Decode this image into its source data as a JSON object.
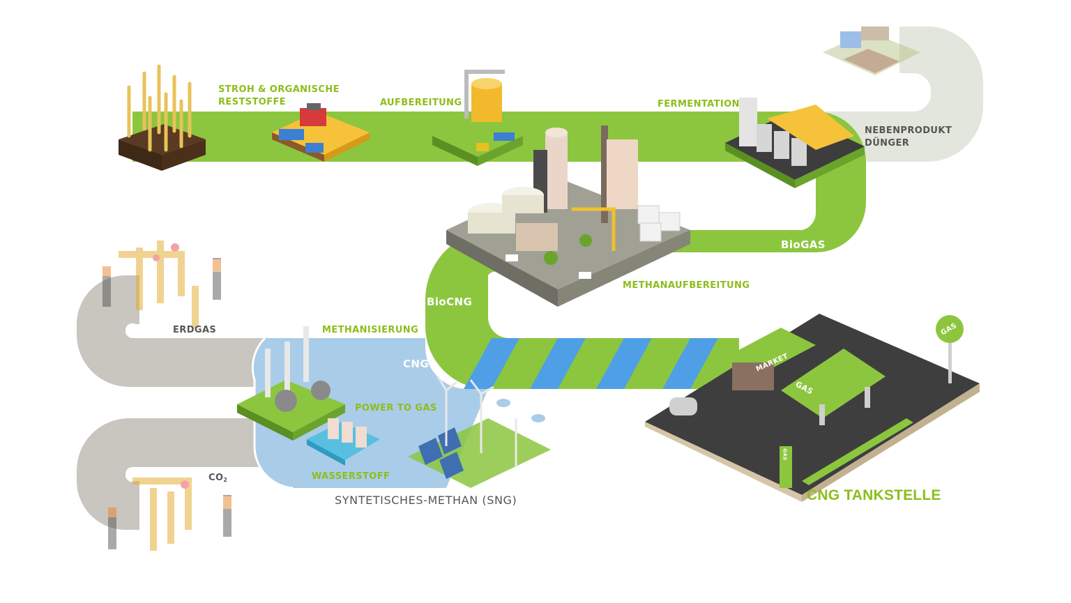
{
  "labels": {
    "stroh": "STROH & ORGANISCHE",
    "stroh2": "RESTSTOFFE",
    "aufbereitung": "AUFBEREITUNG",
    "fermentation": "FERMENTATION",
    "nebenprodukt": "NEBENPRODUKT",
    "duenger": "DÜNGER",
    "biogas": "BioGAS",
    "methanaufbereitung": "METHANAUFBEREITUNG",
    "biocng": "BioCNG",
    "erdgas": "ERDGAS",
    "methanisierung": "METHANISIERUNG",
    "cng": "CNG",
    "power_to_gas": "POWER TO GAS",
    "co2_main": "CO",
    "co2_sub": "2",
    "wasserstoff": "WASSERSTOFF",
    "sng": "SYNTETISCHES-METHAN (SNG)",
    "tankstelle": "CNG TANKSTELLE",
    "market_sign": "MARKET",
    "gas_canopy": "GAS",
    "gas_pole": "GAS",
    "gas_pump": "GAS"
  },
  "colors": {
    "green_band": "#8cc63f",
    "green_text": "#8dbd1b",
    "gray_band": "#c9c5bf",
    "light_gray_band": "#e3e6dc",
    "blue_band": "#a9cce8",
    "stripe_blue": "#4f9fe6"
  }
}
